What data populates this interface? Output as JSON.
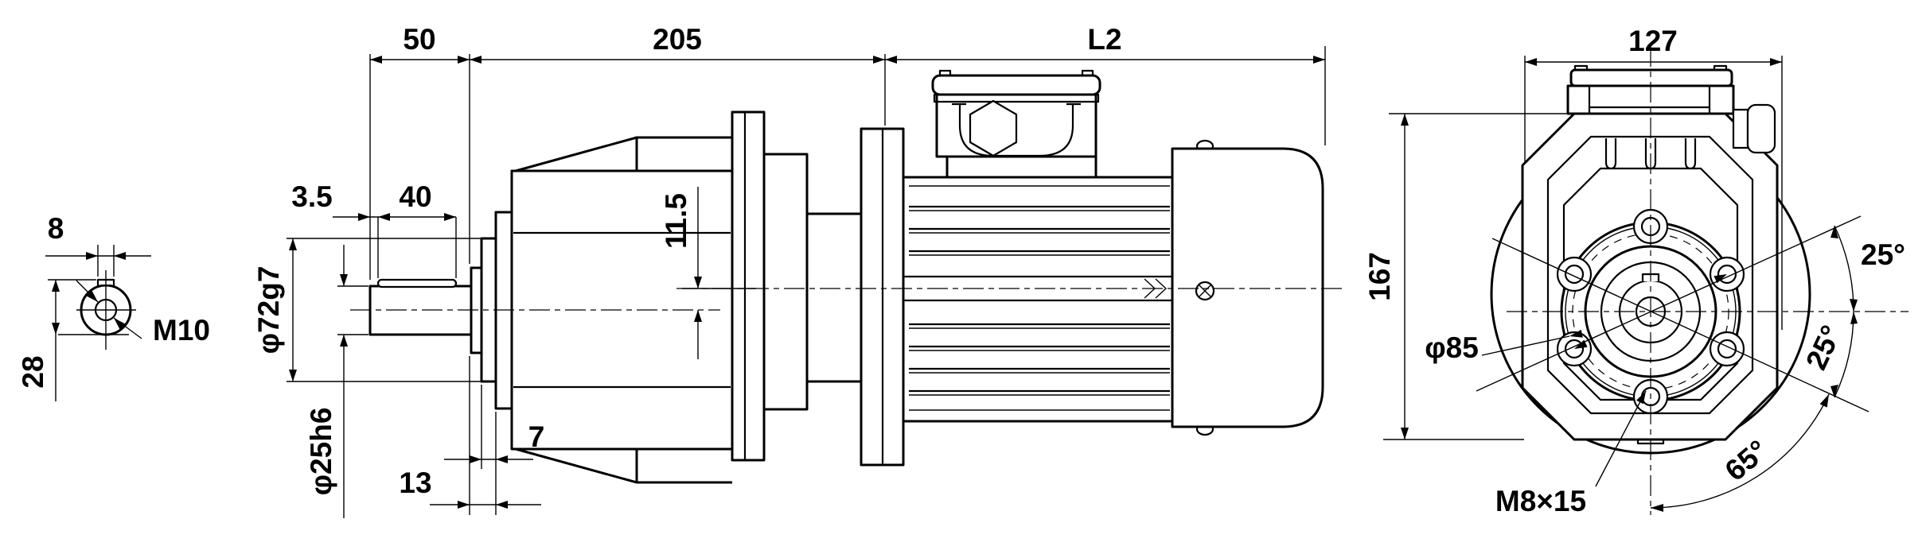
{
  "drawing": {
    "title": "Gearmotor dimensional drawing",
    "background_color": "#ffffff",
    "line_color": "#000000",
    "detail_view": {
      "key_width": "8",
      "shaft_key_height": "28",
      "center_tap": "M10"
    },
    "side_view": {
      "shaft_protrusion": "50",
      "housing_length": "205",
      "motor_length": "L2",
      "shaft_end_to_keyway": "3.5",
      "keyway_length": "40",
      "pilot_diameter": "φ72g7",
      "shaft_diameter": "φ25h6",
      "axis_offset": "11.5",
      "pilot_width": "7",
      "hub_length": "13"
    },
    "end_view": {
      "width": "127",
      "height": "167",
      "bolt_circle": "φ85",
      "bolt_holes": "M8×15",
      "angle_upper": "25°",
      "angle_side": "25°",
      "angle_lower": "65°"
    }
  }
}
